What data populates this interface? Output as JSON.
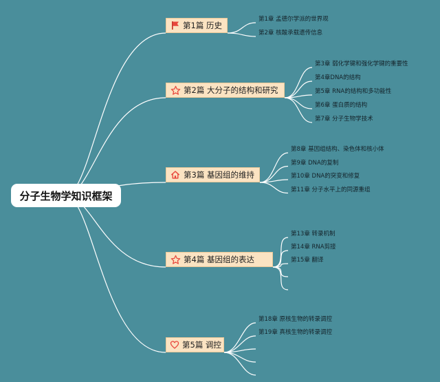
{
  "root": {
    "label": "分子生物学知识框架"
  },
  "parts": [
    {
      "label": "第1篇 历史",
      "icon": "red-flag-icon",
      "chapters": [
        "第1章 孟德尔学派的世界观",
        "第2章 核酸承载遗传信息"
      ]
    },
    {
      "label": "第2篇 大分子的结构和研究",
      "icon": "star-outline-icon",
      "chapters": [
        "第3章 弱化学键和强化学键的重要性",
        "第4章DNA的结构",
        "第5章 RNA的结构和多功能性",
        "第6章 蛋白质的结构",
        "第7章 分子生物学技术"
      ]
    },
    {
      "label": "第3篇 基因组的维持",
      "icon": "home-icon",
      "chapters": [
        "第8章 基因组结构、染色体和核小体",
        "第9章 DNA的复制",
        "第10章 DNA的突变和修复",
        "第11章 分子水平上的同源重组"
      ]
    },
    {
      "label": "第4篇 基因组的表达",
      "icon": "star-outline-icon",
      "chapters": [
        "第13章 转录机制",
        "第14章 RNA剪接",
        "第15章 翻译",
        "",
        ""
      ]
    },
    {
      "label": "第5篇 调控",
      "icon": "heart-outline-icon",
      "chapters": [
        "第18章 原核生物的转录调控",
        "第19章 真核生物的转录调控",
        "",
        "",
        ""
      ]
    }
  ],
  "colors": {
    "background": "#4a8e9b",
    "lines": "#ffffff",
    "part_fill": "#fbe3c2",
    "part_border": "#e9c898",
    "accent_red": "#e8473c"
  }
}
